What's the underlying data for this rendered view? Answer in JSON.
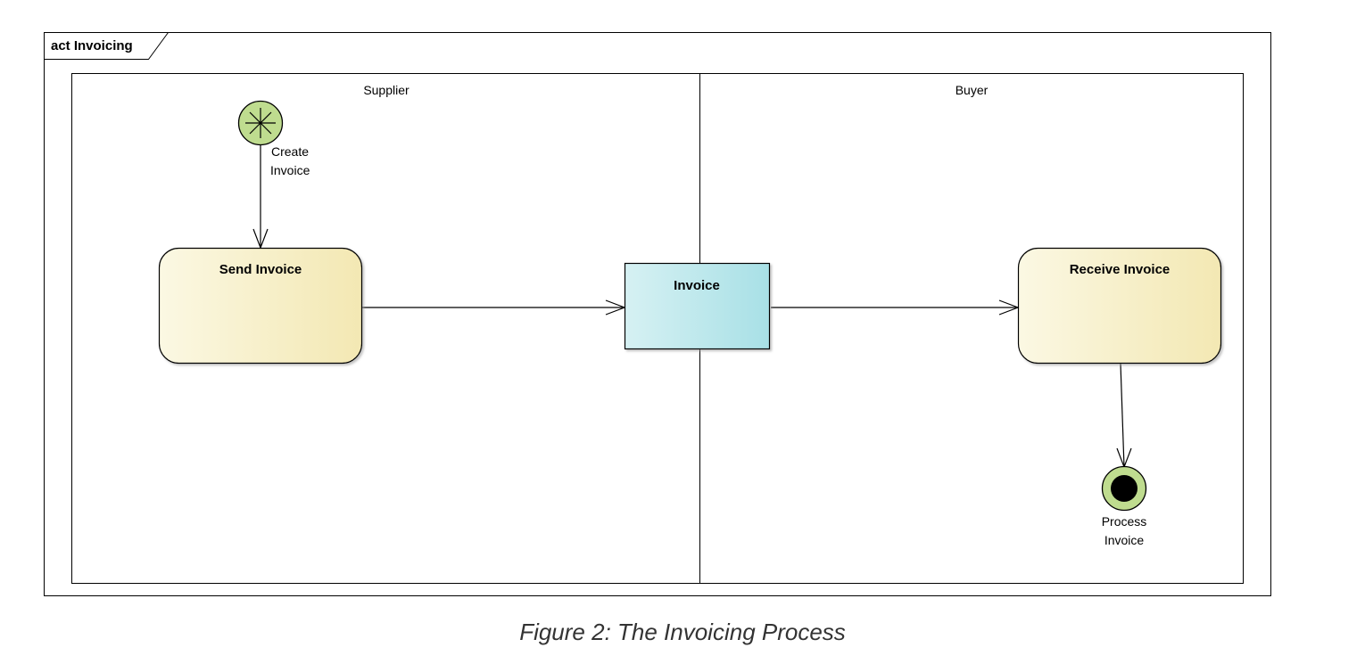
{
  "frame": {
    "title": "act Invoicing"
  },
  "lanes": [
    {
      "label": "Supplier"
    },
    {
      "label": "Buyer"
    }
  ],
  "nodes": {
    "initial": {
      "label_line1": "Create",
      "label_line2": "Invoice"
    },
    "send_invoice": {
      "label": "Send Invoice"
    },
    "invoice": {
      "label": "Invoice"
    },
    "receive_invoice": {
      "label": "Receive Invoice"
    },
    "final": {
      "label_line1": "Process",
      "label_line2": "Invoice"
    }
  },
  "colors": {
    "action_fill_light": "#fbf8e3",
    "action_fill_dark": "#f3e8b3",
    "object_fill_light": "#d6f1f3",
    "object_fill_dark": "#a8e0e6",
    "pseudostate_fill": "#bfdc8f"
  },
  "caption": "Figure 2: The Invoicing Process"
}
